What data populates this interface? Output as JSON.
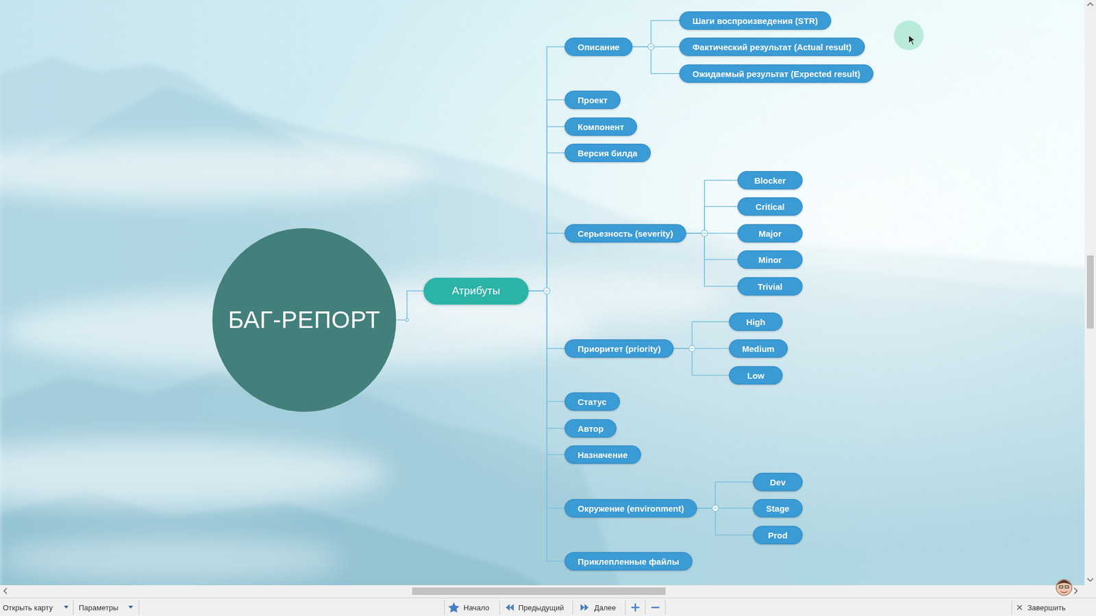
{
  "diagram": {
    "nodes": [
      {
        "text": [
          "БАГ-РЕПОРТ"
        ]
      },
      {
        "text": [
          "Атрибуты"
        ]
      },
      {
        "text": [
          "Описание"
        ]
      },
      {
        "text": [
          "Шаги воспроизведения (STR)"
        ]
      },
      {
        "text": [
          "Фактический результат (Actual result)"
        ]
      },
      {
        "text": [
          "Ожидаемый результат (Expected result)"
        ]
      },
      {
        "text": [
          "Проект"
        ]
      },
      {
        "text": [
          "Компонент"
        ]
      },
      {
        "text": [
          "Версия билда"
        ]
      },
      {
        "text": [
          "Серьезность (severity)"
        ]
      },
      {
        "text": [
          "Blocker"
        ]
      },
      {
        "text": [
          "Critical"
        ]
      },
      {
        "text": [
          "Major"
        ]
      },
      {
        "text": [
          "Minor"
        ]
      },
      {
        "text": [
          "Trivial"
        ]
      },
      {
        "text": [
          "Приоритет (priority)"
        ]
      },
      {
        "text": [
          "High"
        ]
      },
      {
        "text": [
          "Medium"
        ]
      },
      {
        "text": [
          "Low"
        ]
      },
      {
        "text": [
          "Статус"
        ]
      },
      {
        "text": [
          "Автор"
        ]
      },
      {
        "text": [
          "Назначение"
        ]
      },
      {
        "text": [
          "Окружение (environment)"
        ]
      },
      {
        "text": [
          "Dev"
        ]
      },
      {
        "text": [
          "Stage"
        ]
      },
      {
        "text": [
          "Prod"
        ]
      },
      {
        "text": [
          "Приклепленные файлы"
        ]
      }
    ],
    "edges": [
      {
        "from": 0,
        "to": 1,
        "arrow": "none"
      },
      {
        "from": 1,
        "to": 2,
        "arrow": "none"
      },
      {
        "from": 2,
        "to": 3,
        "arrow": "none"
      },
      {
        "from": 2,
        "to": 4,
        "arrow": "none"
      },
      {
        "from": 2,
        "to": 5,
        "arrow": "none"
      },
      {
        "from": 1,
        "to": 6,
        "arrow": "none"
      },
      {
        "from": 1,
        "to": 7,
        "arrow": "none"
      },
      {
        "from": 1,
        "to": 8,
        "arrow": "none"
      },
      {
        "from": 1,
        "to": 9,
        "arrow": "none"
      },
      {
        "from": 9,
        "to": 10,
        "arrow": "none"
      },
      {
        "from": 9,
        "to": 11,
        "arrow": "none"
      },
      {
        "from": 9,
        "to": 12,
        "arrow": "none"
      },
      {
        "from": 9,
        "to": 13,
        "arrow": "none"
      },
      {
        "from": 9,
        "to": 14,
        "arrow": "none"
      },
      {
        "from": 1,
        "to": 15,
        "arrow": "none"
      },
      {
        "from": 15,
        "to": 16,
        "arrow": "none"
      },
      {
        "from": 15,
        "to": 17,
        "arrow": "none"
      },
      {
        "from": 15,
        "to": 18,
        "arrow": "none"
      },
      {
        "from": 1,
        "to": 19,
        "arrow": "none"
      },
      {
        "from": 1,
        "to": 20,
        "arrow": "none"
      },
      {
        "from": 1,
        "to": 21,
        "arrow": "none"
      },
      {
        "from": 1,
        "to": 22,
        "arrow": "none"
      },
      {
        "from": 22,
        "to": 23,
        "arrow": "none"
      },
      {
        "from": 22,
        "to": 24,
        "arrow": "none"
      },
      {
        "from": 22,
        "to": 25,
        "arrow": "none"
      },
      {
        "from": 1,
        "to": 26,
        "arrow": "none"
      }
    ],
    "labels": [
      "Открыть карту",
      "Параметры",
      "Начало",
      "Предыдущий",
      "Далее",
      "Завершить"
    ]
  }
}
